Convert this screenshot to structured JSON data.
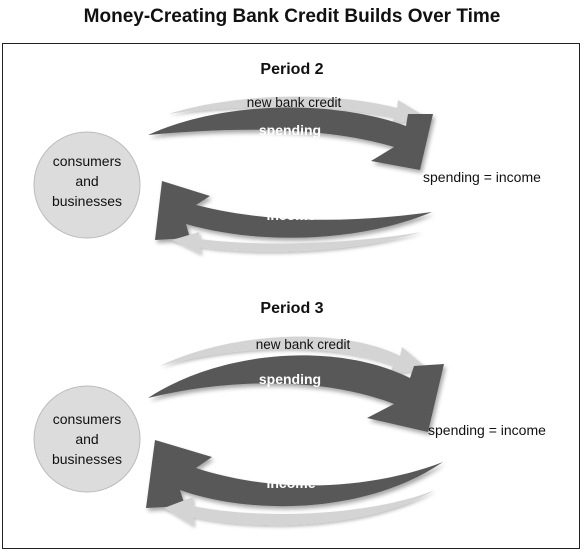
{
  "title": "Money-Creating Bank Credit Builds Over Time",
  "colors": {
    "dark_arrow": "#595959",
    "light_arrow": "#d4d4d4",
    "circle": "#dcdcdc",
    "circle_stroke": "#bbbbbb",
    "text": "#111111"
  },
  "periods": [
    {
      "label": "Period 2",
      "circle_text": [
        "consumers",
        "and",
        "businesses"
      ],
      "credit_label": "new bank credit",
      "spending_label": "spending",
      "income_label": "income",
      "equation": "spending = income"
    },
    {
      "label": "Period 3",
      "circle_text": [
        "consumers",
        "and",
        "businesses"
      ],
      "credit_label": "new bank credit",
      "spending_label": "spending",
      "income_label": "income",
      "equation": "spending = income"
    }
  ]
}
